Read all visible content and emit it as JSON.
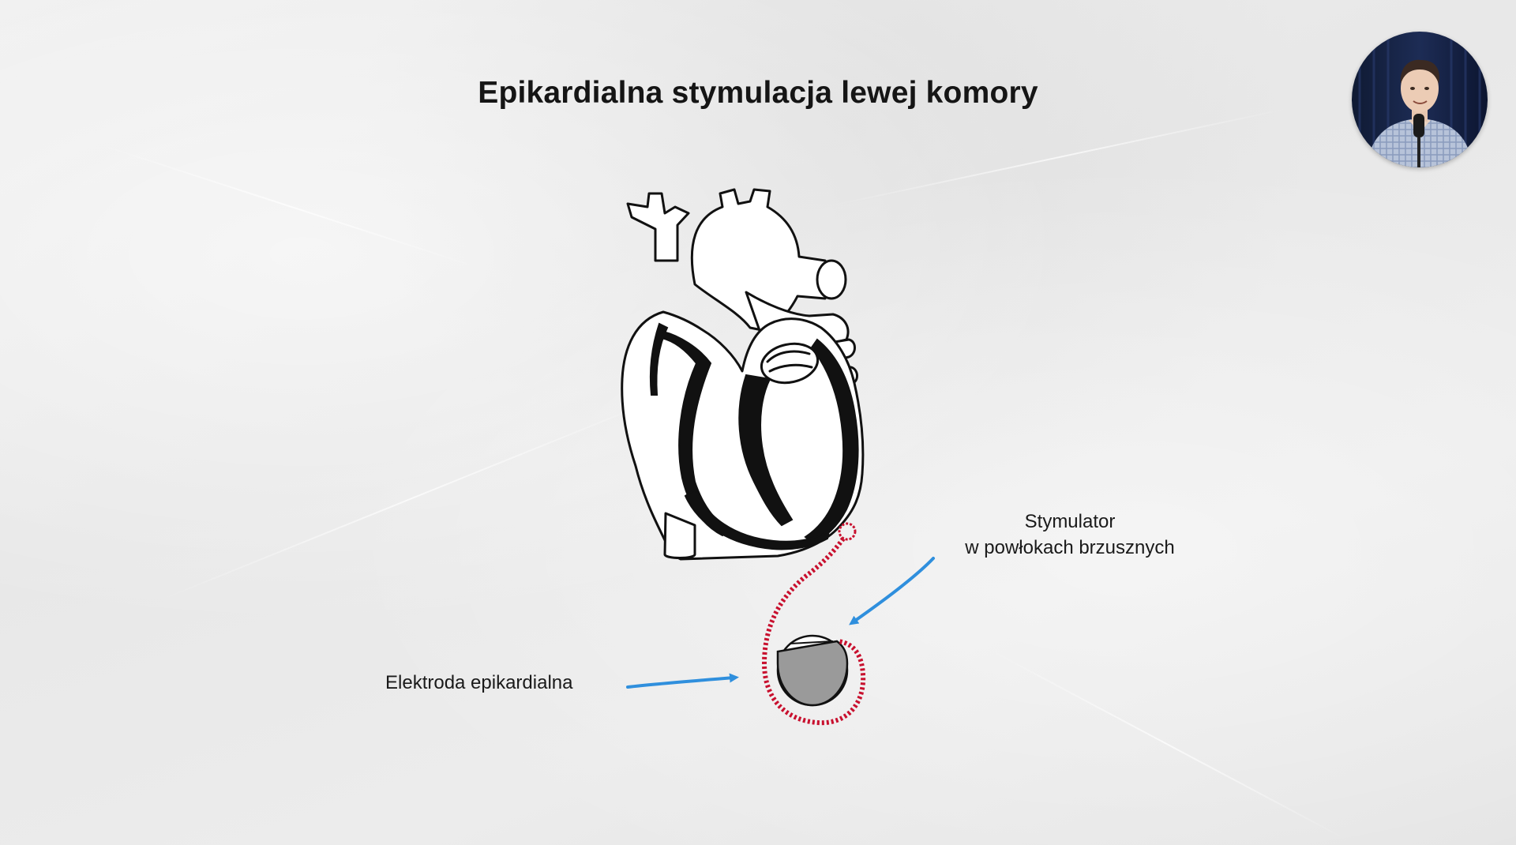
{
  "slide": {
    "title": "Epikardialna stymulacja lewej komory"
  },
  "labels": {
    "stimulator_line1": "Stymulator",
    "stimulator_line2": "w powłokach brzusznych",
    "electrode": "Elektroda epikardialna"
  },
  "colors": {
    "background": "#ebebeb",
    "heart_outline": "#111111",
    "electrode_lead": "#c8102e",
    "device": "#9a9a9a",
    "arrow": "#2f8fdd"
  },
  "icons": {
    "presenter": "presenter-avatar",
    "heart": "heart-icon",
    "pacemaker": "pacemaker-icon"
  }
}
